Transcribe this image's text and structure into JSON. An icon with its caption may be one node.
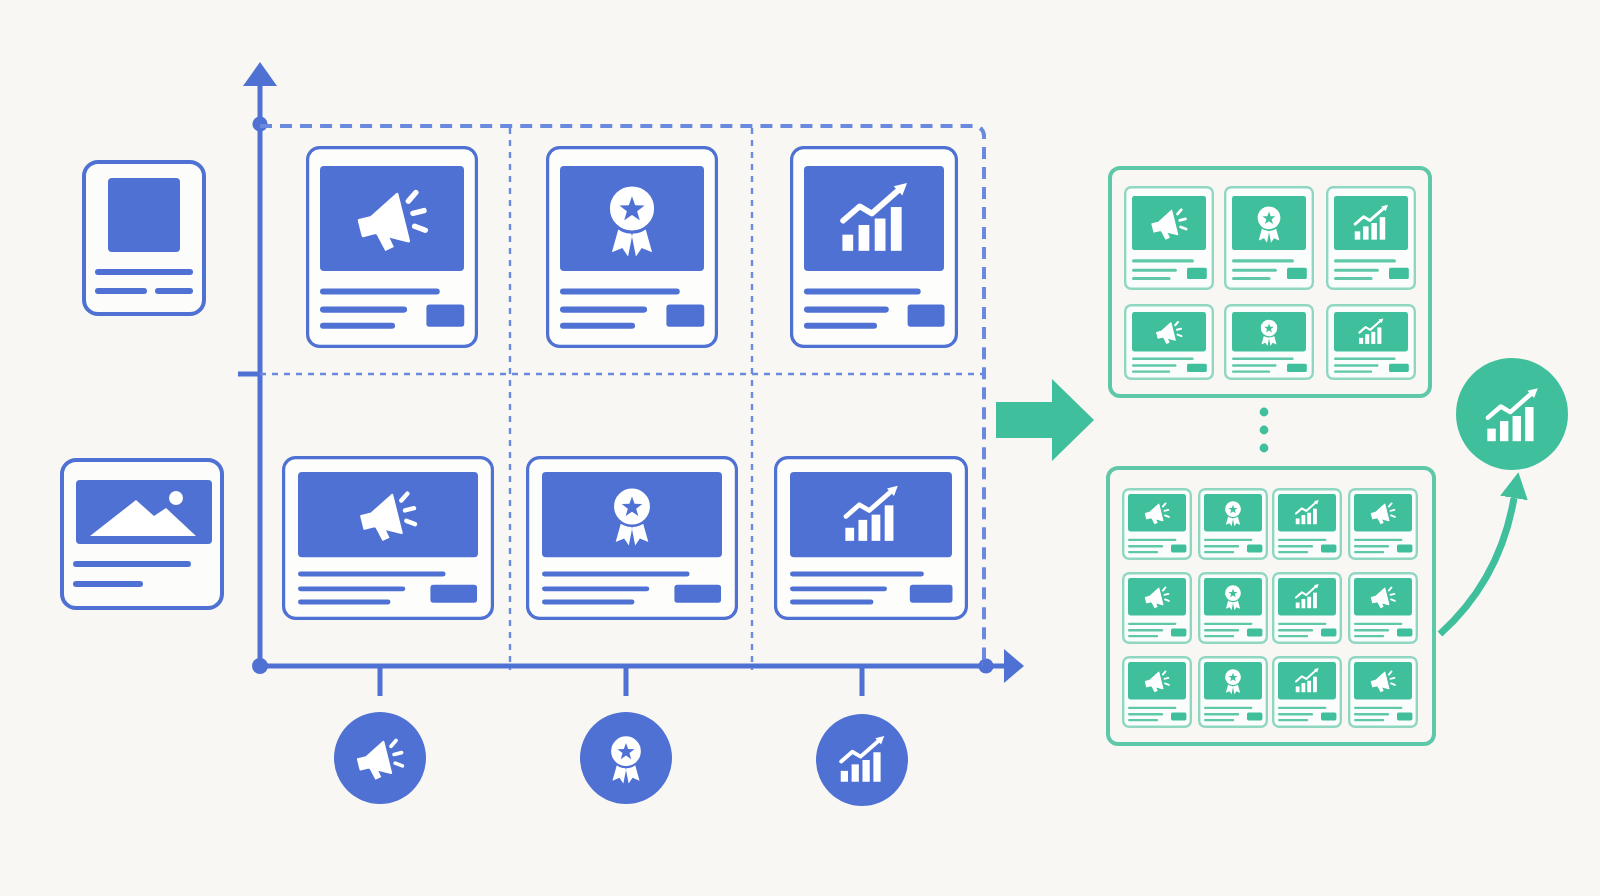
{
  "diagram": {
    "nodes": [
      {
        "text": [],
        "shape": "box"
      },
      {
        "text": [],
        "shape": "box"
      },
      {
        "text": [],
        "shape": "box"
      },
      {
        "text": [],
        "shape": "circle"
      }
    ],
    "edges": [
      {
        "from": 0,
        "to": 1,
        "arrow": "to"
      },
      {
        "from": 0,
        "to": 2,
        "arrow": "to"
      },
      {
        "from": 2,
        "to": 3,
        "arrow": "to"
      }
    ]
  }
}
